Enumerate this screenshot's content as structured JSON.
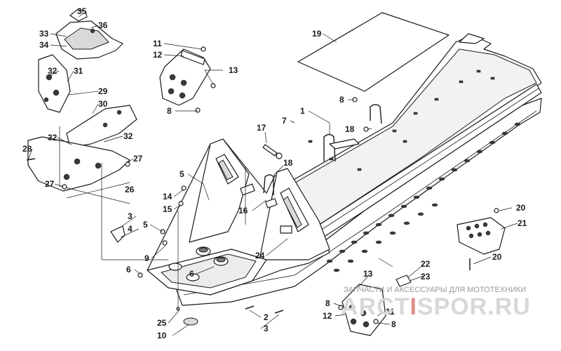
{
  "diagram": {
    "callouts": [
      {
        "id": "c35",
        "label": "35"
      },
      {
        "id": "c36",
        "label": "36"
      },
      {
        "id": "c33",
        "label": "33"
      },
      {
        "id": "c34",
        "label": "34"
      },
      {
        "id": "c32a",
        "label": "32"
      },
      {
        "id": "c31",
        "label": "31"
      },
      {
        "id": "c29",
        "label": "29"
      },
      {
        "id": "c30",
        "label": "30"
      },
      {
        "id": "c32b",
        "label": "32"
      },
      {
        "id": "c32c",
        "label": "32"
      },
      {
        "id": "c28",
        "label": "28"
      },
      {
        "id": "c27a",
        "label": "27"
      },
      {
        "id": "c27b",
        "label": "27"
      },
      {
        "id": "c26",
        "label": "26"
      },
      {
        "id": "c11a",
        "label": "11"
      },
      {
        "id": "c12a",
        "label": "12"
      },
      {
        "id": "c13a",
        "label": "13"
      },
      {
        "id": "c8a",
        "label": "8"
      },
      {
        "id": "c19",
        "label": "19"
      },
      {
        "id": "c8b",
        "label": "8"
      },
      {
        "id": "c1",
        "label": "1"
      },
      {
        "id": "c7",
        "label": "7"
      },
      {
        "id": "c18a",
        "label": "18"
      },
      {
        "id": "c17",
        "label": "17"
      },
      {
        "id": "c18b",
        "label": "18"
      },
      {
        "id": "c5a",
        "label": "5"
      },
      {
        "id": "c14",
        "label": "14"
      },
      {
        "id": "c15",
        "label": "15"
      },
      {
        "id": "c16",
        "label": "16"
      },
      {
        "id": "c3a",
        "label": "3"
      },
      {
        "id": "c4",
        "label": "4"
      },
      {
        "id": "c5b",
        "label": "5"
      },
      {
        "id": "c9",
        "label": "9"
      },
      {
        "id": "c24",
        "label": "24"
      },
      {
        "id": "c6a",
        "label": "6"
      },
      {
        "id": "c6b",
        "label": "6"
      },
      {
        "id": "c20a",
        "label": "20"
      },
      {
        "id": "c21",
        "label": "21"
      },
      {
        "id": "c20b",
        "label": "20"
      },
      {
        "id": "c22",
        "label": "22"
      },
      {
        "id": "c23",
        "label": "23"
      },
      {
        "id": "c13b",
        "label": "13"
      },
      {
        "id": "c8c",
        "label": "8"
      },
      {
        "id": "c11b",
        "label": "11"
      },
      {
        "id": "c12b",
        "label": "12"
      },
      {
        "id": "c8d",
        "label": "8"
      },
      {
        "id": "c2",
        "label": "2"
      },
      {
        "id": "c3b",
        "label": "3"
      },
      {
        "id": "c25",
        "label": "25"
      },
      {
        "id": "c10",
        "label": "10"
      }
    ]
  },
  "watermark": {
    "tagline": "ЗАПЧАСТИ И АКСЕССУАРЫ ДЛЯ МОТОТЕХНИКИ",
    "logo_left": "ARCT",
    "logo_mid": "I",
    "logo_right": "SPOR.RU"
  }
}
